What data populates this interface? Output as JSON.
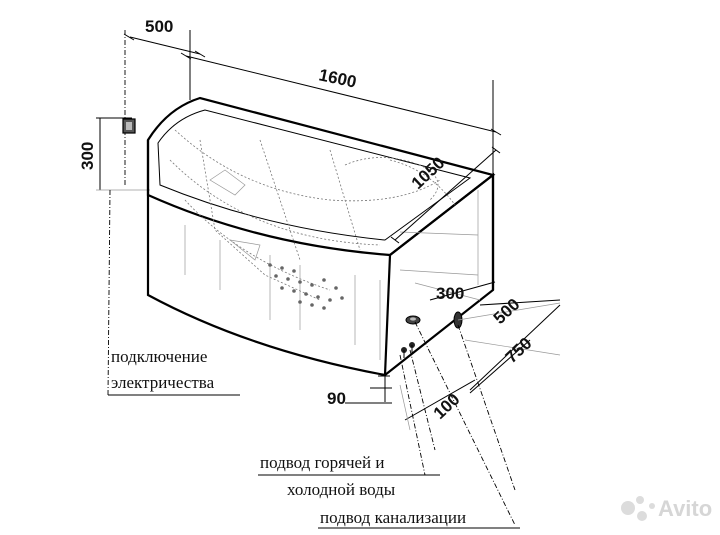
{
  "dimensions": {
    "width_left": "500",
    "length": "1600",
    "height_connection": "300",
    "depth": "1050",
    "offset_300": "300",
    "offset_500": "500",
    "offset_750": "750",
    "base_height": "90",
    "offset_100": "100"
  },
  "labels": {
    "electric_line1": "подключение",
    "electric_line2": "электричества",
    "water_line1": "подвод горячей и",
    "water_line2": "холодной воды",
    "drain": "подвод канализации"
  },
  "watermark": {
    "brand": "Avito",
    "icon": "avito-dots-icon"
  }
}
